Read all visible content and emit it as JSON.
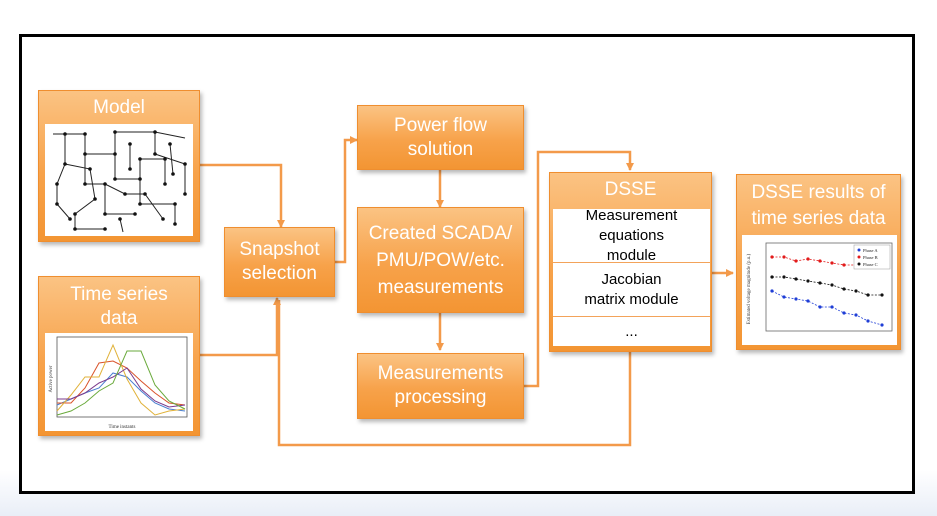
{
  "boxes": {
    "model": "Model",
    "time_series": "Time series data",
    "snapshot": "Snapshot selection",
    "power_flow": "Power flow solution",
    "created": "Created SCADA/ PMU/POW/etc. measurements",
    "meas_proc": "Measurements processing",
    "dsse_title": "DSSE",
    "dsse_results": "DSSE results of time series data"
  },
  "dsse_modules": [
    "Measurement equations module",
    "Jacobian matrix module",
    "..."
  ],
  "results_chart": {
    "ylabel": "Estimated voltage magnitude (p.u.)",
    "legend": [
      "Phase A",
      "Phase B",
      "Phase C"
    ],
    "colors": [
      "#1f3ed6",
      "#e21b1b",
      "#111111"
    ]
  },
  "ts_chart": {
    "ylabel": "Active power",
    "xlabel": "Time instants",
    "colors": [
      "#4a7fd0",
      "#d9532a",
      "#e0b23a",
      "#7a3a8c",
      "#6aaa3c"
    ]
  },
  "colors": {
    "accent": "#f7a24a",
    "wire": "#f39a4a",
    "frame": "#000000"
  }
}
